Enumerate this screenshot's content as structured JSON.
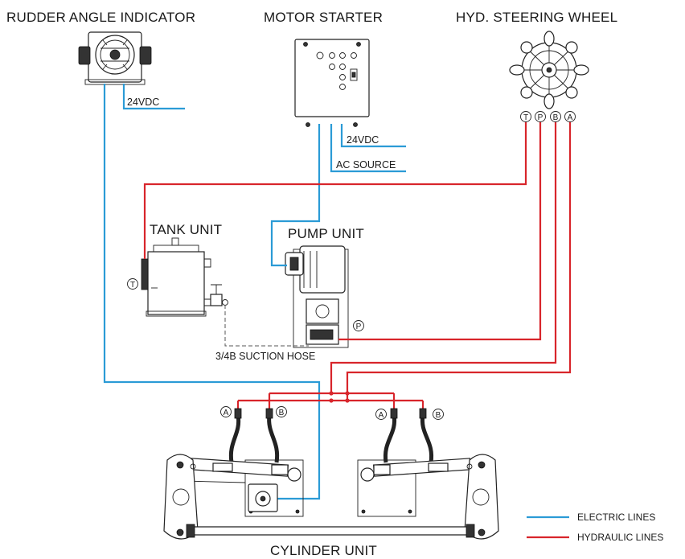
{
  "components": {
    "rudder_angle_indicator": "RUDDER ANGLE INDICATOR",
    "motor_starter": "MOTOR STARTER",
    "hyd_steering_wheel": "HYD. STEERING WHEEL",
    "tank_unit": "TANK UNIT",
    "pump_unit": "PUMP UNIT",
    "cylinder_unit": "CYLINDER UNIT"
  },
  "connections": {
    "indicator_power": "24VDC",
    "starter_power": "24VDC",
    "ac_source": "AC SOURCE",
    "suction_hose": "3/4B SUCTION HOSE"
  },
  "ports": {
    "wheel": [
      "T",
      "P",
      "B",
      "A"
    ],
    "tank": "T",
    "pump": "P",
    "cylinder_left": [
      "A",
      "B"
    ],
    "cylinder_right": [
      "A",
      "B"
    ]
  },
  "legend": {
    "electric": {
      "label": "ELECTRIC LINES",
      "color": "#2b9bd6"
    },
    "hydraulic": {
      "label": "HYDRAULIC LINES",
      "color": "#d8252b"
    }
  }
}
